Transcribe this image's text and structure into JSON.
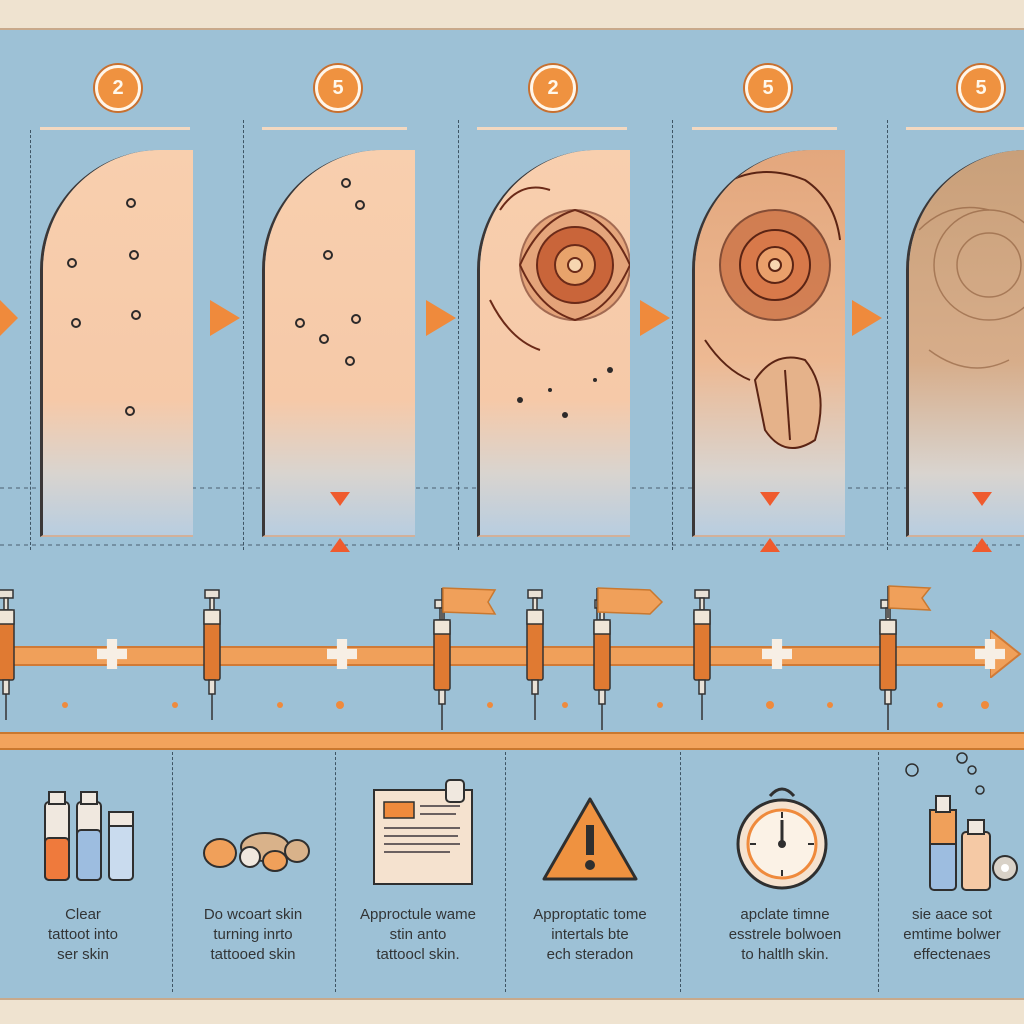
{
  "badges": [
    "2",
    "5",
    "2",
    "5",
    "5"
  ],
  "captions": [
    [
      "Clear",
      "tattoot into",
      "ser skin"
    ],
    [
      "Do wcoart skin",
      "turning inrto",
      "tattooed skin"
    ],
    [
      "Approctule wame",
      "stin anto",
      "tattoocl skin."
    ],
    [
      "Approptatic tome",
      "intertals bte",
      "ech steradon"
    ],
    [
      "apclate timne",
      "esstrele bolwoen",
      "to haltlh skin."
    ],
    [
      "sie aace sot",
      "emtime bolwer",
      "effectenaes"
    ]
  ],
  "colors": {
    "panel": "#9dc1d6",
    "accent": "#ef8a3c",
    "alert": "#ef5b2e",
    "skin": "#f6c9a8",
    "ink": "#3b3737"
  },
  "icons": [
    "vials-icon",
    "pills-icon",
    "document-icon",
    "warning-icon",
    "stopwatch-icon",
    "bottles-icon"
  ]
}
